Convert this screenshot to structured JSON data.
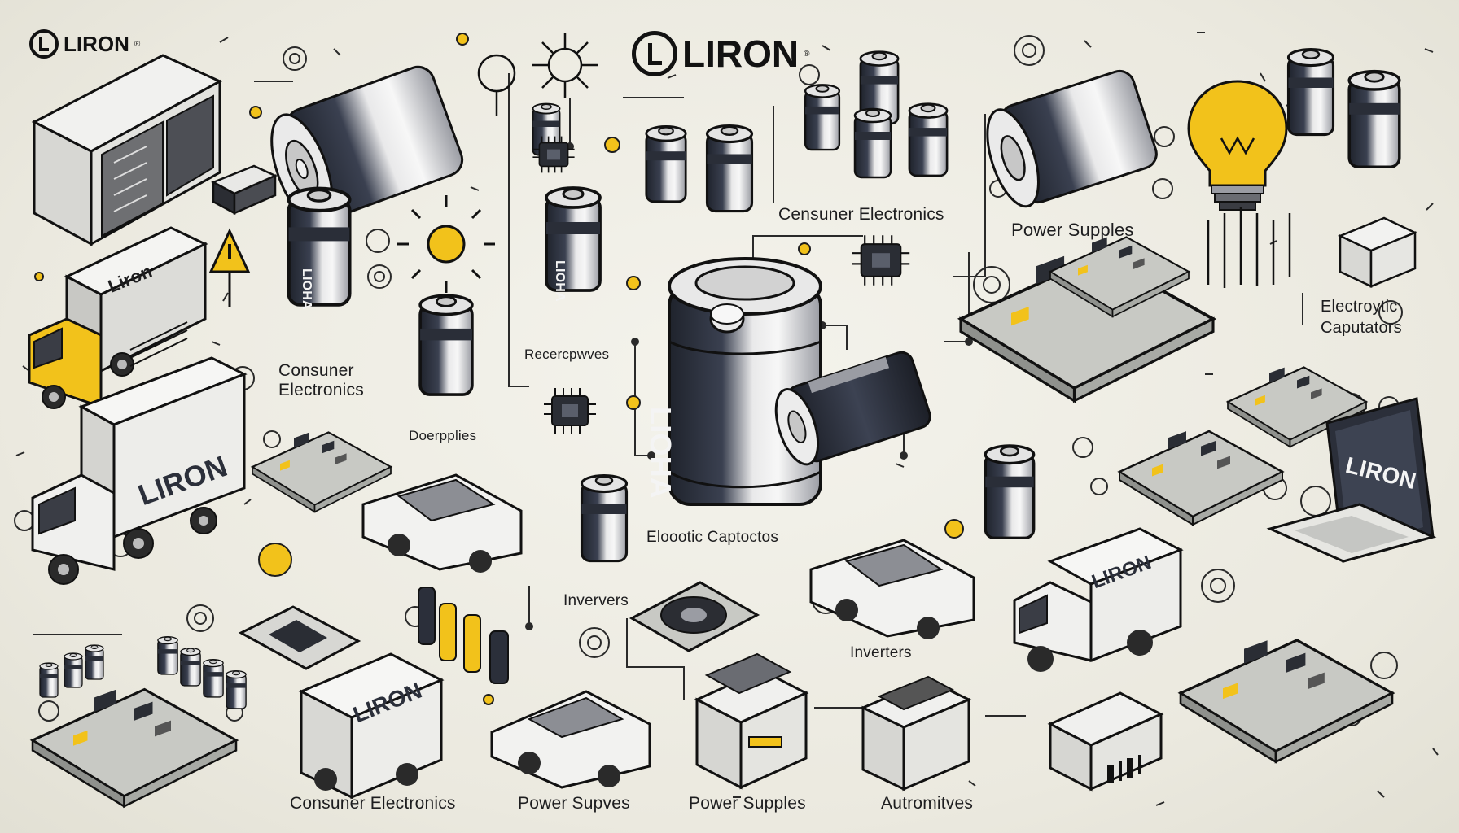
{
  "brand": {
    "logo_main": "LIRON",
    "logo_corner": "LIRON",
    "truck_text": "Liron",
    "truck_big_text": "LIRON",
    "van_text": "LIRON",
    "laptop_text": "LIRON",
    "box_text": "LIRON",
    "capacitor_side_text": "LIOHA",
    "cell_text": "LIOHA",
    "accent_yellow": "#f2c21b",
    "ink": "#1d1d1f",
    "cap_dark": "#2b2f3a"
  },
  "labels": {
    "consumer_electronics_top": "Censuner Electronics",
    "power_supplies_top": "Power Supples",
    "electrolytic_capacitors_right": "Electroytic\nCaputators",
    "consumer_electronics_left": "Consuner\nElectronics",
    "receptives": "Recercpwves",
    "supplies_left": "Doerpplies",
    "electrolytic_center": "Eloootic Captoctos",
    "inverters_left": "Inververs",
    "inverters_center": "Inverters",
    "consumer_electronics_bottom": "Consuner Electronics",
    "power_supplies_bottom_1": "Power Supves",
    "power_supplies_bottom_2": "Power Supples",
    "automotives_bottom": "Autromitves"
  }
}
